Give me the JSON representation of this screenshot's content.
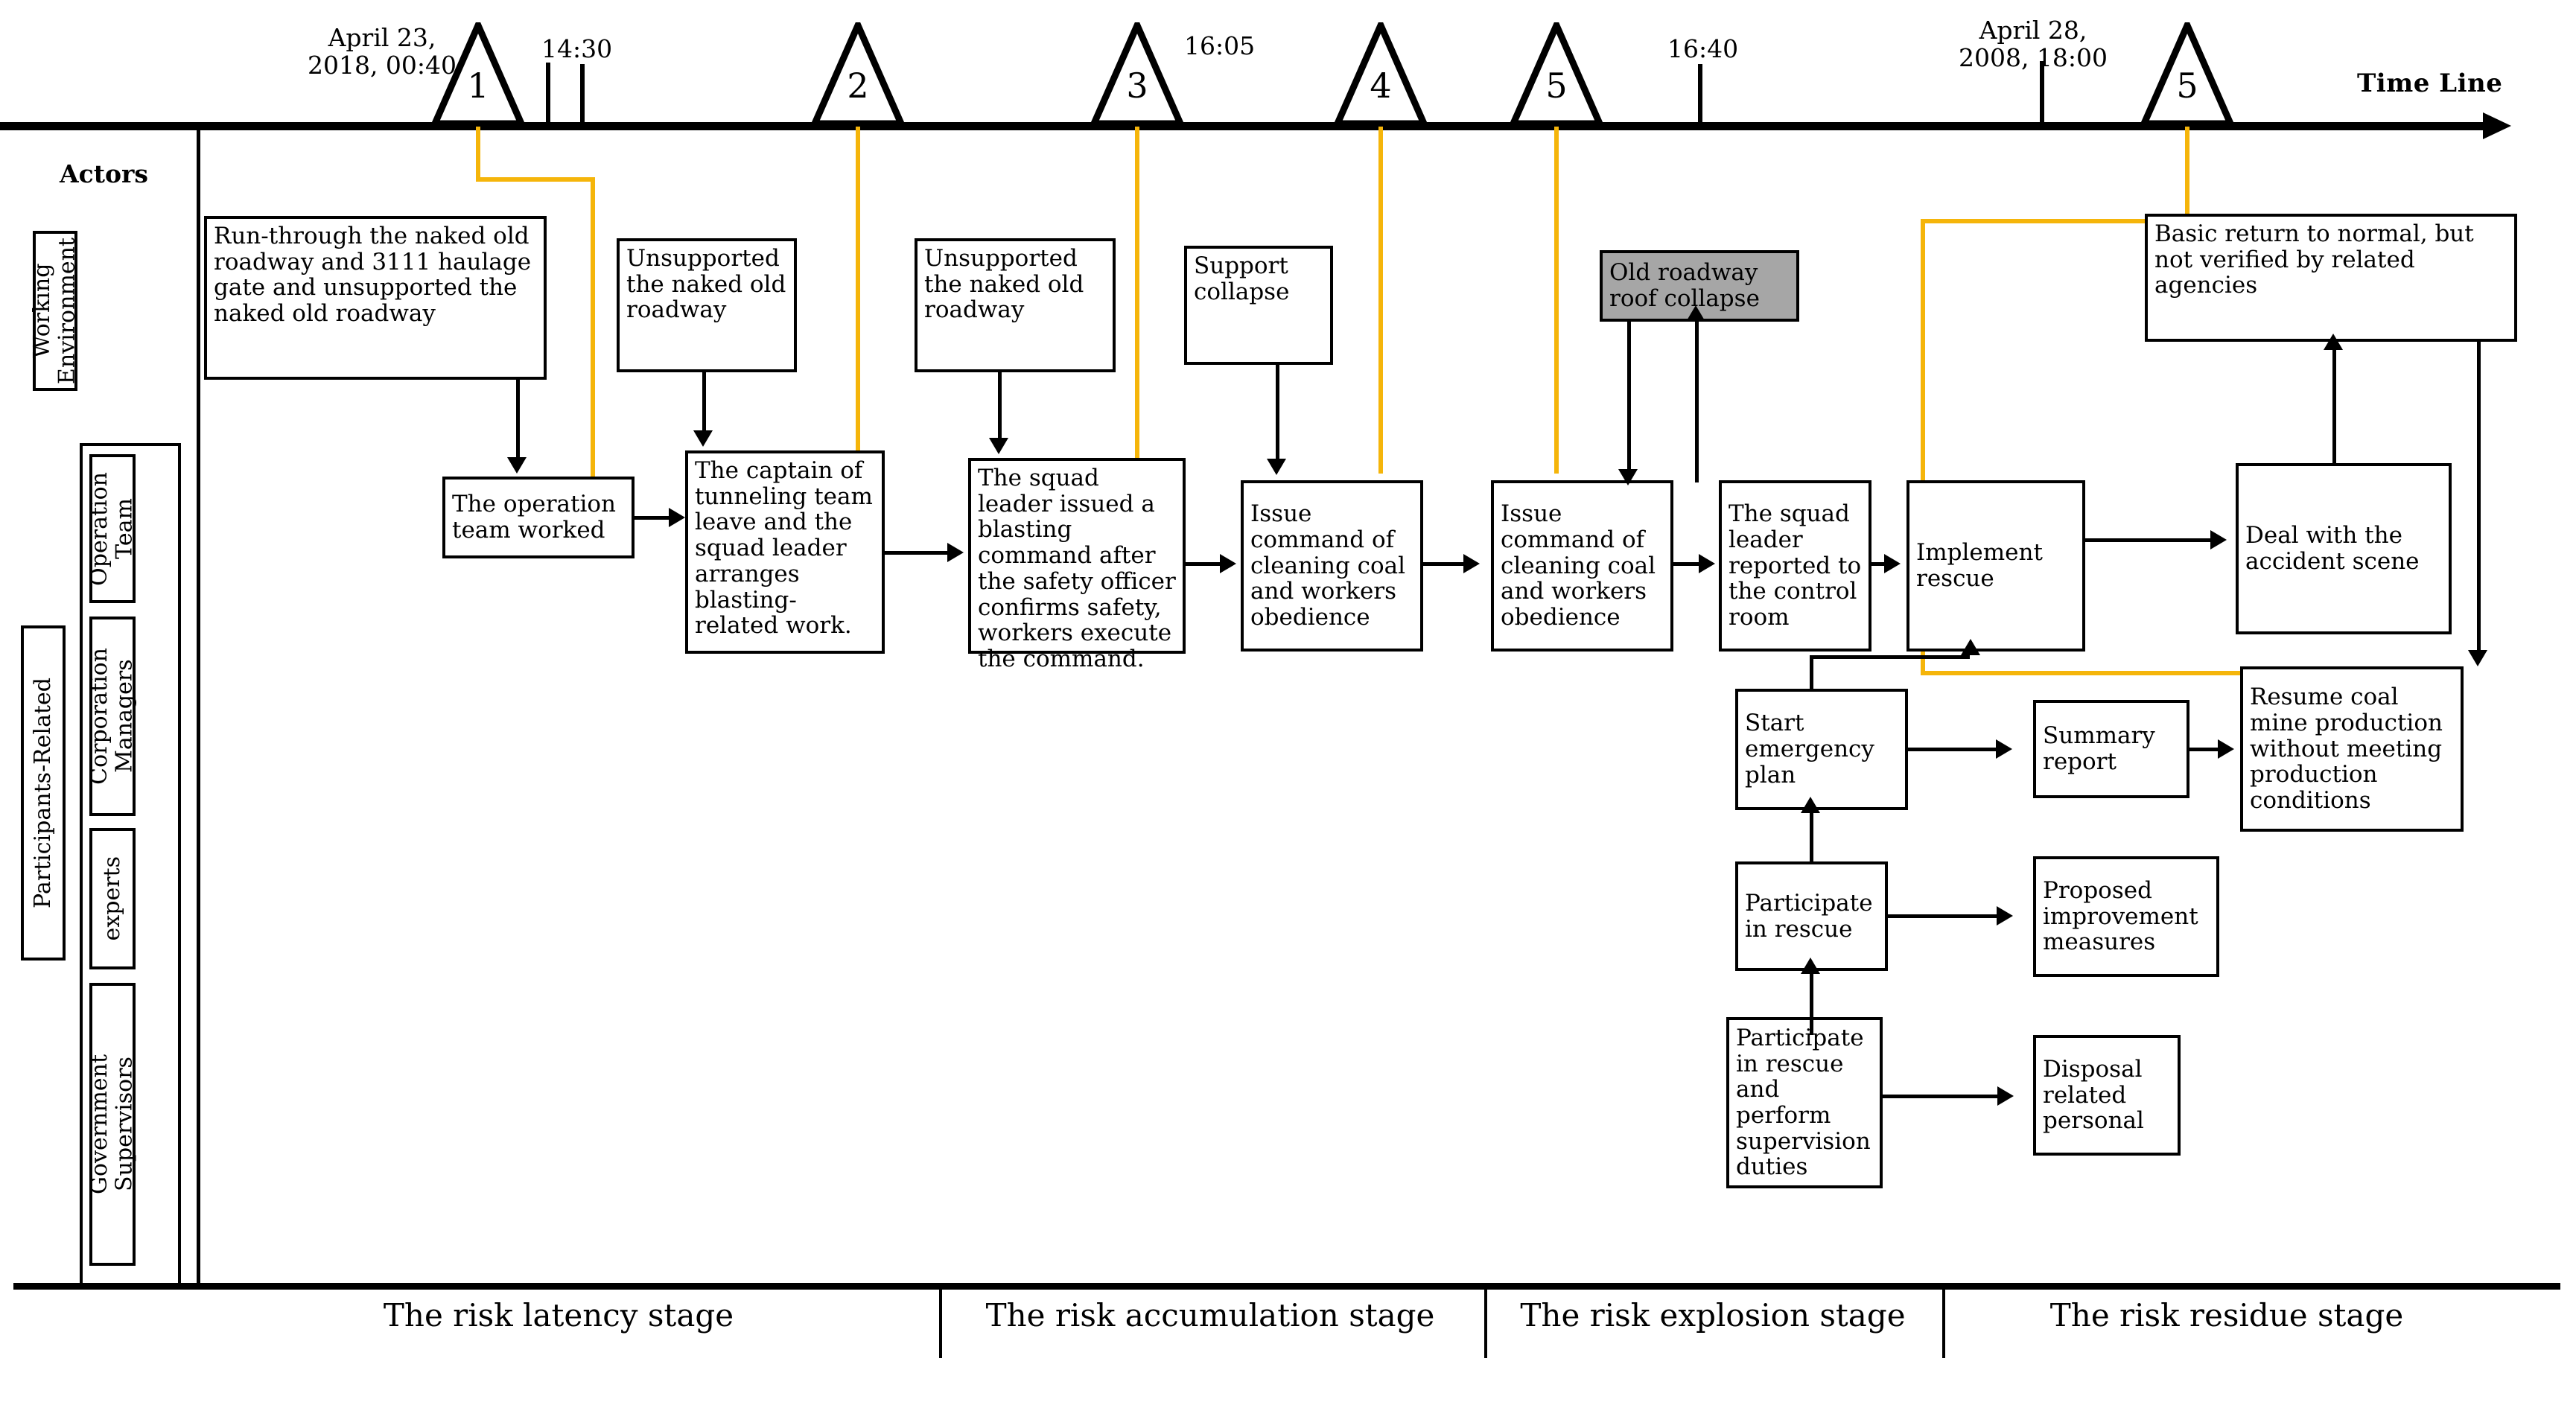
{
  "timeline": {
    "axis_label": "Time Line",
    "events": [
      {
        "id": "1",
        "marker": "1",
        "date_label": "April 23,\n2018, 00:40"
      },
      {
        "id": "2",
        "marker": "2",
        "date_label": ""
      },
      {
        "id": "3",
        "marker": "3",
        "date_label": ""
      },
      {
        "id": "4",
        "marker": "4",
        "date_label": ""
      },
      {
        "id": "5",
        "marker": "5",
        "date_label": ""
      },
      {
        "id": "6",
        "marker": "5",
        "date_label": "April 28,\n2008, 18:00"
      }
    ],
    "time_ticks": [
      "14:30",
      "16:05",
      "16:40"
    ]
  },
  "actors": {
    "title": "Actors",
    "group_label": "Participants-Related",
    "rows": [
      {
        "label": "Working\nEnvironment"
      },
      {
        "label": "Operation\nTeam"
      },
      {
        "label": "Corporation\nManagers"
      },
      {
        "label": "experts"
      },
      {
        "label": "Government\nSupervisors"
      }
    ]
  },
  "boxes": {
    "b1": "Run-through the naked old roadway and 3111 haulage gate and unsupported the naked old roadway",
    "b2": "Unsupported the naked old roadway",
    "b3": "Unsupported the naked old roadway",
    "b4": "Support collapse",
    "b5": "Old roadway roof collapse",
    "b6": "Basic return to normal, but not verified by related agencies",
    "b7": "The operation team worked",
    "b8": "The captain of tunneling team leave and the squad leader arranges blasting-related work.",
    "b9": "The squad leader issued a blasting command after the safety officer confirms safety, workers execute the command.",
    "b10": "Issue command of cleaning coal and workers obedience",
    "b11": "Issue command of cleaning coal and workers obedience",
    "b12": "The squad leader reported to the control room",
    "b13": "Implement rescue",
    "b14": "Deal with the accident scene",
    "b15": "Start emergency plan",
    "b16": "Summary report",
    "b17": "Resume coal mine production without meeting production conditions",
    "b18": "Participate in rescue",
    "b19": "Proposed improvement measures",
    "b20": "Participate in rescue and perform supervision duties",
    "b21": "Disposal related personal"
  },
  "stages": [
    {
      "label": "The risk latency stage"
    },
    {
      "label": "The risk accumulation stage"
    },
    {
      "label": "The risk explosion stage"
    },
    {
      "label": "The risk residue stage"
    }
  ],
  "colors": {
    "highlight": "#f5b50a",
    "critical_fill": "#a6a6a6",
    "line": "#000000"
  }
}
